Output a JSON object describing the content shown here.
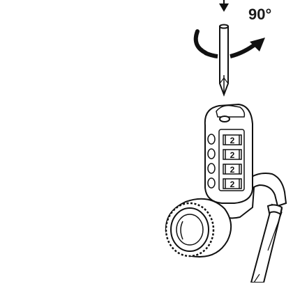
{
  "rotation": {
    "angle_label": "90°"
  },
  "combination_dials": [
    {
      "digit": "2"
    },
    {
      "digit": "2"
    },
    {
      "digit": "2"
    },
    {
      "digit": "2"
    }
  ],
  "colors": {
    "line": "#111111",
    "fill": "#ffffff",
    "shade": "#444444"
  }
}
